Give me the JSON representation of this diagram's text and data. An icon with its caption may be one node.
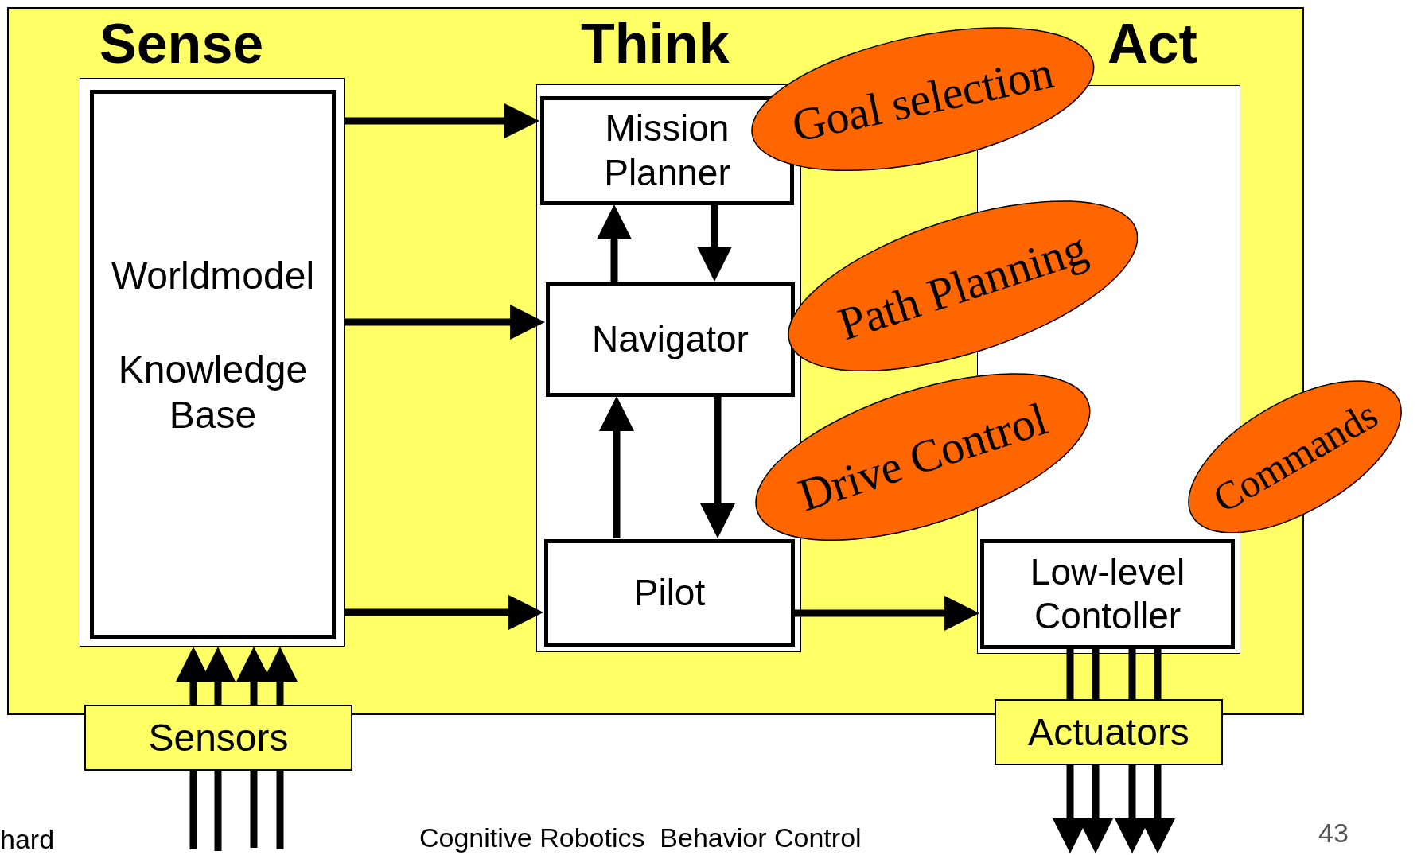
{
  "diagram": {
    "nodes": [
      {
        "text": [
          "Worldmodel",
          "Knowledge Base"
        ]
      },
      {
        "text": [],
        "shape": "box"
      },
      {
        "text": [
          "Mission Planner"
        ],
        "in": 1
      },
      {
        "text": [
          "Navigator"
        ],
        "in": 1
      },
      {
        "text": [
          "Pilot"
        ],
        "in": 1
      },
      {
        "text": [],
        "shape": "box"
      },
      {
        "text": [
          "Low-level Contoller"
        ],
        "in": 5
      },
      {
        "text": [
          "Sensors"
        ]
      },
      {
        "text": [
          "Actuators"
        ]
      },
      {
        "text": [
          "Goal selection"
        ]
      },
      {
        "text": [
          "Path Planning"
        ]
      },
      {
        "text": [
          "Drive Control"
        ]
      },
      {
        "text": [
          "Commands"
        ]
      }
    ],
    "edges": [
      {
        "from": 0,
        "to": 2,
        "arrow": "to"
      },
      {
        "from": 0,
        "to": 3,
        "arrow": "to"
      },
      {
        "from": 0,
        "to": 4,
        "arrow": "to"
      },
      {
        "from": 3,
        "to": 2,
        "arrow": "to"
      },
      {
        "from": 2,
        "to": 3,
        "arrow": "to"
      },
      {
        "from": 4,
        "to": 3,
        "arrow": "to"
      },
      {
        "from": 3,
        "to": 4,
        "arrow": "to"
      },
      {
        "from": 4,
        "to": 6,
        "arrow": "to"
      },
      {
        "from": 7,
        "to": 0,
        "arrow": "to"
      },
      {
        "from": 7,
        "to": 0,
        "arrow": "to"
      },
      {
        "from": 7,
        "to": 0,
        "arrow": "to"
      },
      {
        "from": 7,
        "to": 0,
        "arrow": "to"
      },
      {
        "from": null,
        "to": 7,
        "arrow": "none"
      },
      {
        "from": null,
        "to": 7,
        "arrow": "none"
      },
      {
        "from": null,
        "to": 7,
        "arrow": "none"
      },
      {
        "from": null,
        "to": 7,
        "arrow": "none"
      },
      {
        "from": 6,
        "to": 8,
        "arrow": "none"
      },
      {
        "from": 6,
        "to": 8,
        "arrow": "none"
      },
      {
        "from": 6,
        "to": 8,
        "arrow": "none"
      },
      {
        "from": 6,
        "to": 8,
        "arrow": "none"
      },
      {
        "from": 8,
        "to": null,
        "arrow": "to"
      },
      {
        "from": 8,
        "to": null,
        "arrow": "to"
      },
      {
        "from": 8,
        "to": null,
        "arrow": "to"
      },
      {
        "from": 8,
        "to": null,
        "arrow": "to"
      }
    ],
    "labels": [
      "Sense",
      "Think",
      "Act",
      "hard",
      "Cognitive Robotics  Behavior Control",
      "43"
    ]
  }
}
